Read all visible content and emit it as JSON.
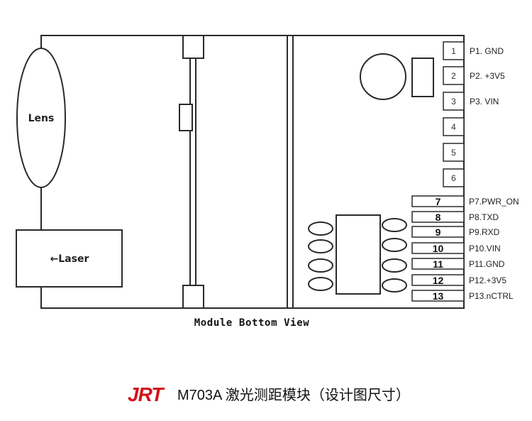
{
  "parts": {
    "lens_label": "Lens",
    "laser_label": "←Laser"
  },
  "caption": "Module Bottom View",
  "title": {
    "logo": "JRT",
    "text": "M703A 激光测距模块（设计图尺寸）"
  },
  "pads_small": [
    {
      "num": "1",
      "label": "P1. GND"
    },
    {
      "num": "2",
      "label": "P2. +3V5"
    },
    {
      "num": "3",
      "label": "P3. VIN"
    },
    {
      "num": "4",
      "label": ""
    },
    {
      "num": "5",
      "label": ""
    },
    {
      "num": "6",
      "label": ""
    }
  ],
  "pads_wide": [
    {
      "num": "7",
      "label": "P7.PWR_ON"
    },
    {
      "num": "8",
      "label": "P8.TXD"
    },
    {
      "num": "9",
      "label": "P9.RXD"
    },
    {
      "num": "10",
      "label": "P10.VIN"
    },
    {
      "num": "11",
      "label": "P11.GND"
    },
    {
      "num": "12",
      "label": "P12.+3V5"
    },
    {
      "num": "13",
      "label": "P13.nCTRL"
    }
  ],
  "colors": {
    "outline": "#2a2a2a",
    "logo": "#d2141a"
  }
}
